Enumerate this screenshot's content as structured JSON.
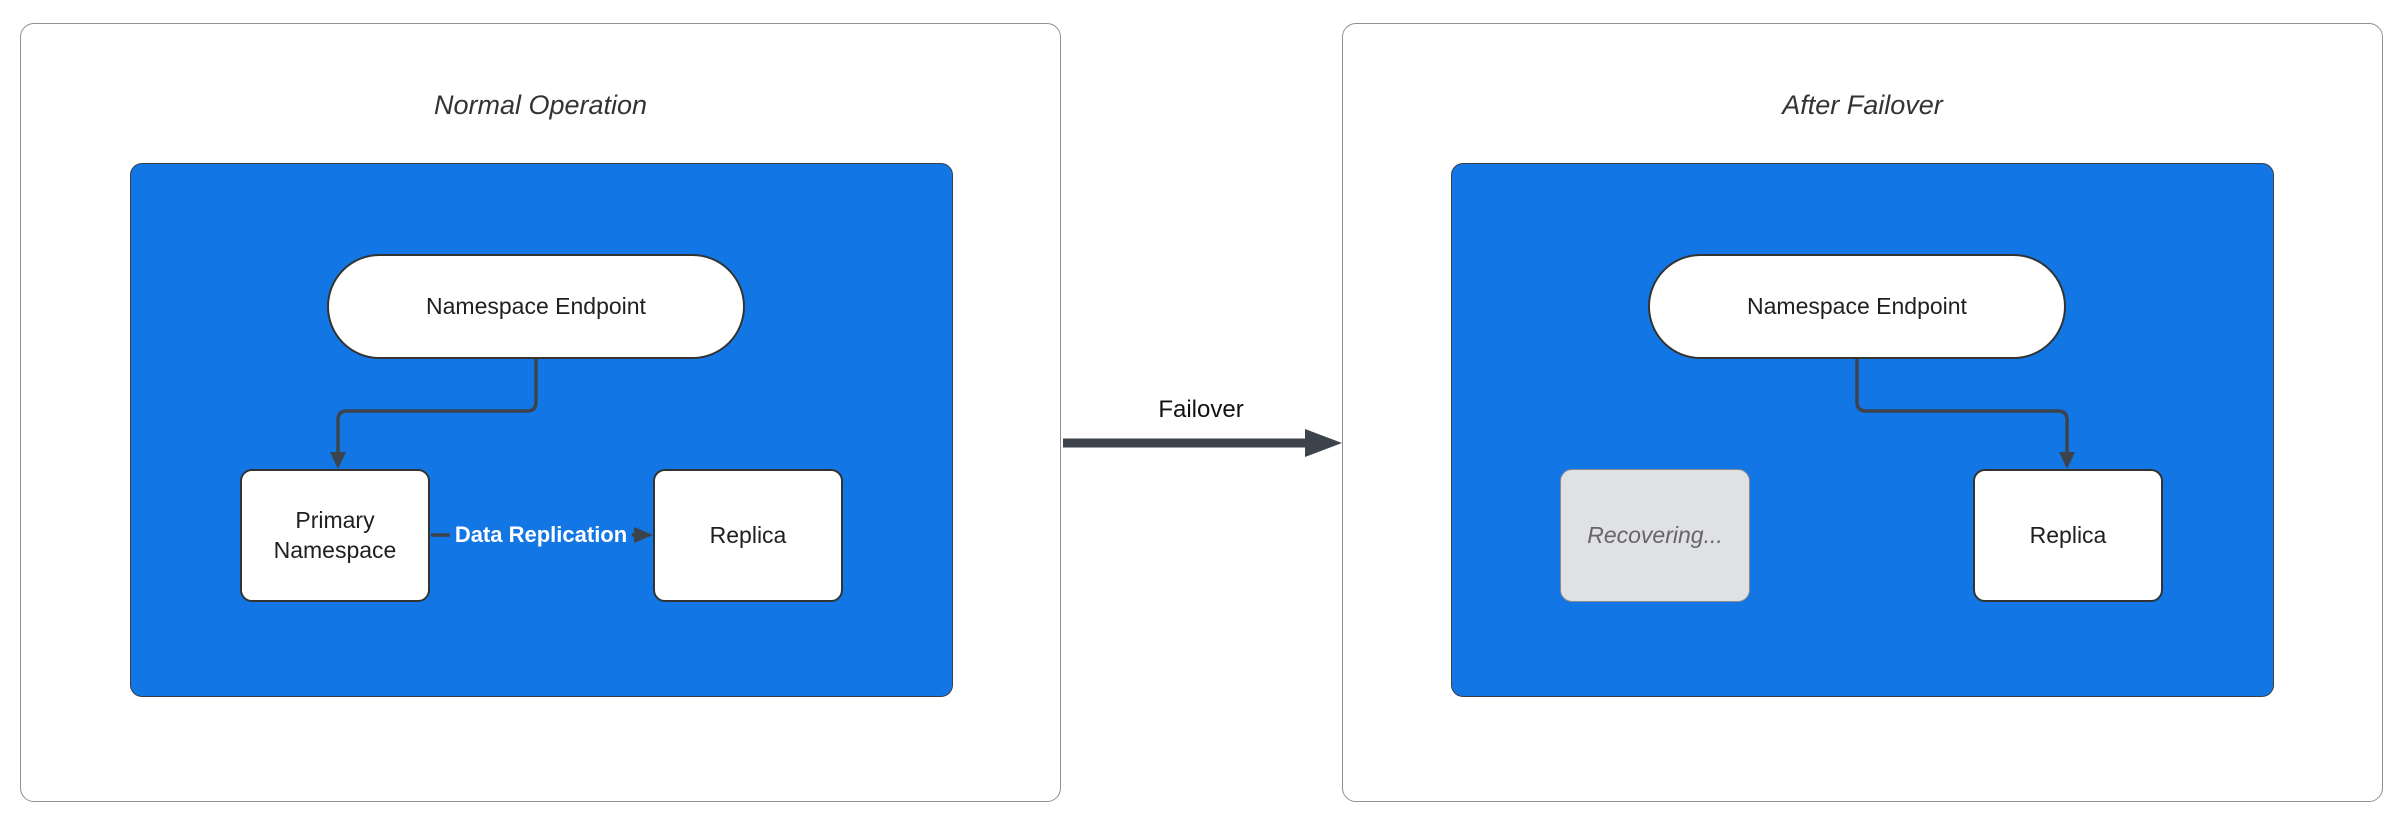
{
  "left_panel": {
    "title": "Normal Operation",
    "nodes": {
      "endpoint": "Namespace Endpoint",
      "primary": "Primary Namespace",
      "replica": "Replica"
    },
    "edge_label": "Data Replication"
  },
  "right_panel": {
    "title": "After Failover",
    "nodes": {
      "endpoint": "Namespace Endpoint",
      "recovering": "Recovering...",
      "replica": "Replica"
    }
  },
  "transition_label": "Failover",
  "colors": {
    "container_fill": "#1277e4",
    "node_fill": "#ffffff",
    "node_border": "#333333",
    "edge_stroke": "#3d434d",
    "edge_label_text": "#ffffff",
    "recovering_fill": "#e0e1e4",
    "recovering_border": "#8a8a8a",
    "recovering_text": "#666666",
    "panel_border": "#909090",
    "title_text": "#333333"
  }
}
